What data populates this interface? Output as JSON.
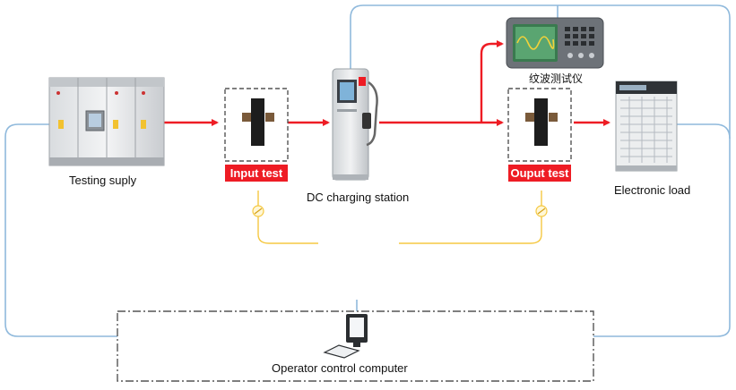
{
  "diagram": {
    "labels": {
      "testing_supply": "Testing suply",
      "dc_charging_station": "DC charging station",
      "electronic_load": "Electronic load",
      "ripple_tester": "纹波测试仪",
      "operator_computer": "Operator control computer"
    },
    "tags": {
      "input_test": "Input test",
      "output_test": "Ouput test"
    },
    "colors": {
      "power_flow": "#ee1c24",
      "communication_line": "#8fb9dc",
      "signal_line": "#f5c842",
      "tag_background": "#ee1c24"
    }
  }
}
